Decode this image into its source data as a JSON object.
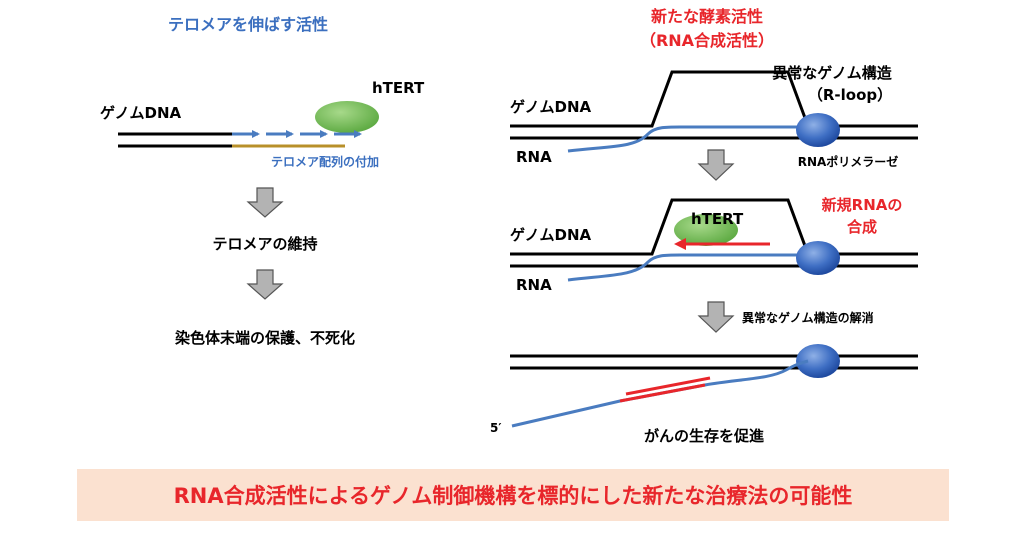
{
  "left": {
    "title": "テロメアを伸ばす活性",
    "genome_label": "ゲノムDNA",
    "enzyme_label": "hTERT",
    "addition_label": "テロメア配列の付加",
    "step1": "テロメアの維持",
    "step2": "染色体末端の保護、不死化"
  },
  "right": {
    "title_line1": "新たな酵素活性",
    "title_line2": "（RNA合成活性）",
    "structure_label_line1": "異常なゲノム構造",
    "structure_label_line2": "（R-loop）",
    "genome_label_1": "ゲノムDNA",
    "rna_label_1": "RNA",
    "polymerase_label": "RNAポリメラーゼ",
    "enzyme_label": "hTERT",
    "synthesis_label_line1": "新規RNAの",
    "synthesis_label_line2": "合成",
    "genome_label_2": "ゲノムDNA",
    "rna_label_2": "RNA",
    "resolution_label": "異常なゲノム構造の解消",
    "five_prime": "5′",
    "result": "がんの生存を促進"
  },
  "banner": {
    "text": "RNA合成活性によるゲノム制御機構を標的にした新たな治療法の可能性"
  },
  "colors": {
    "blue_text": "#3b6fbf",
    "red_text": "#e8262b",
    "rna_blue": "#4a7cc0",
    "gold": "#b8902a",
    "green": "#6ab04c",
    "banner_bg": "#fbe1d0",
    "banner_text": "#e8262b",
    "gray_arrow": "#b3b3b3"
  }
}
